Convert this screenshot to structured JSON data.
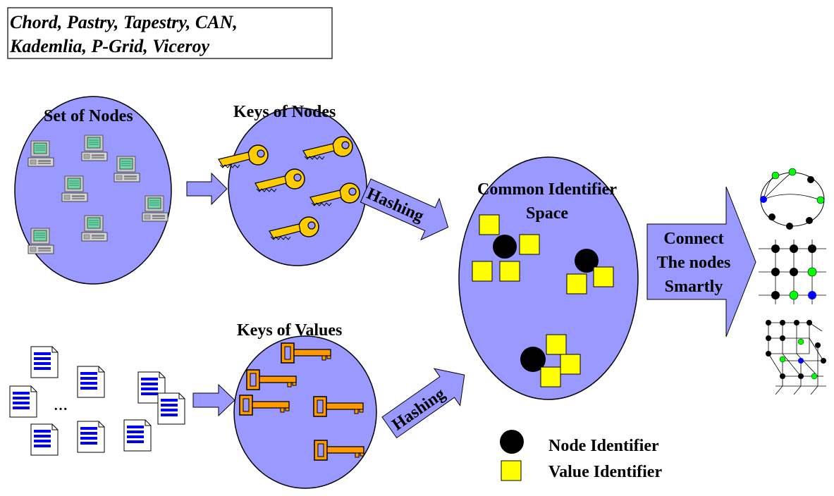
{
  "title_box": {
    "line1": "Chord, Pastry, Tapestry, CAN,",
    "line2": "Kademlia, P-Grid, Viceroy"
  },
  "labels": {
    "set_of_nodes": "Set of Nodes",
    "keys_of_nodes": "Keys of Nodes",
    "keys_of_values": "Keys of Values",
    "common_space_line1": "Common Identifier",
    "common_space_line2": "Space",
    "hashing_top": "Hashing",
    "hashing_bottom": "Hashing",
    "connect_line1": "Connect",
    "connect_line2": "The nodes",
    "connect_line3": "Smartly",
    "ellipsis": "…"
  },
  "legend": {
    "node": "Node Identifier",
    "value": "Value Identifier"
  },
  "colors": {
    "ellipse_fill": "#9999ff",
    "arrow_fill": "#9999ff",
    "value_square": "#ffff00",
    "node_circle": "#000000",
    "key_node_fill": "#ffcc00",
    "key_value_fill": "#ff9900",
    "document_lines": "#0000ff",
    "topology_green": "#00ff00",
    "topology_blue": "#0000ff"
  },
  "icons": [
    "computer-icon",
    "key-icon",
    "document-icon",
    "topology-graph-icon"
  ]
}
